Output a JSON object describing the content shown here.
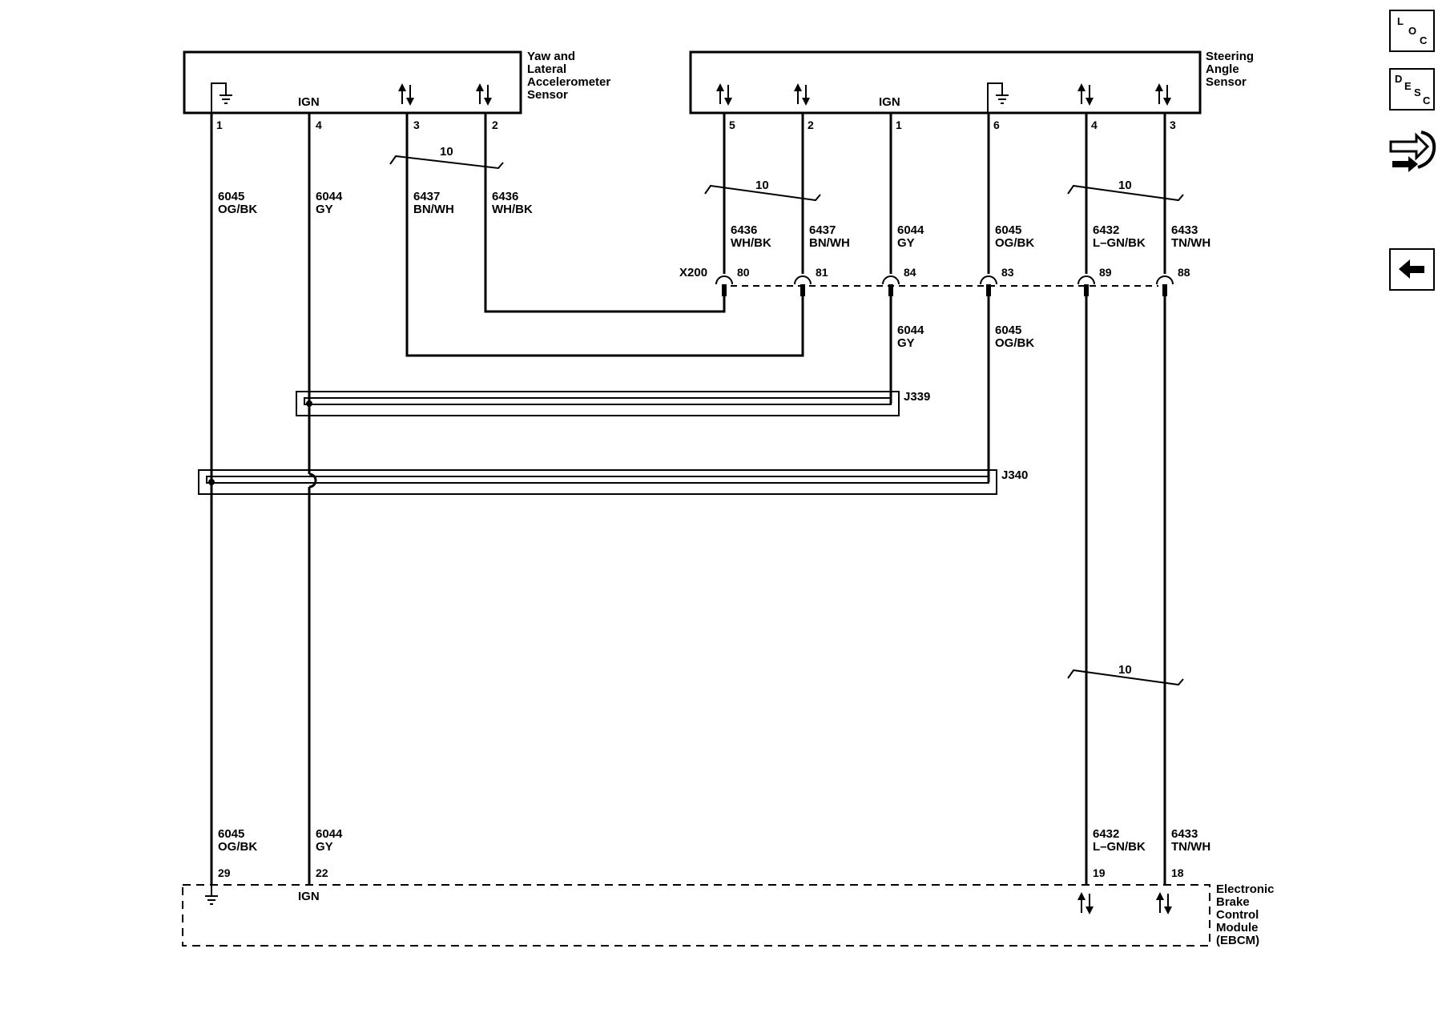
{
  "modules": {
    "yaw": {
      "title": [
        "Yaw and",
        "Lateral",
        "Accelerometer",
        "Sensor"
      ],
      "ign": "IGN",
      "pins": [
        "1",
        "4",
        "3",
        "2"
      ]
    },
    "sas": {
      "title": [
        "Steering",
        "Angle",
        "Sensor"
      ],
      "ign": "IGN",
      "pins": [
        "5",
        "2",
        "1",
        "6",
        "4",
        "3"
      ]
    },
    "ebcm": {
      "title": [
        "Electronic",
        "Brake",
        "Control",
        "Module",
        "(EBCM)"
      ],
      "ign": "IGN",
      "pins": [
        "29",
        "22",
        "19",
        "18"
      ]
    }
  },
  "upper_wires": {
    "yaw": [
      [
        "6045",
        "OG/BK"
      ],
      [
        "6044",
        "GY"
      ],
      [
        "6437",
        "BN/WH"
      ],
      [
        "6436",
        "WH/BK"
      ]
    ],
    "sas": [
      [
        "6436",
        "WH/BK"
      ],
      [
        "6437",
        "BN/WH"
      ],
      [
        "6044",
        "GY"
      ],
      [
        "6045",
        "OG/BK"
      ],
      [
        "6432",
        "L–GN/BK"
      ],
      [
        "6433",
        "TN/WH"
      ]
    ],
    "mid": [
      [
        "6044",
        "GY"
      ],
      [
        "6045",
        "OG/BK"
      ]
    ],
    "bottom": [
      [
        "6045",
        "OG/BK"
      ],
      [
        "6044",
        "GY"
      ],
      [
        "6432",
        "L–GN/BK"
      ],
      [
        "6433",
        "TN/WH"
      ]
    ]
  },
  "connector": {
    "name": "X200",
    "pins": [
      "80",
      "81",
      "84",
      "83",
      "89",
      "88"
    ]
  },
  "splices": {
    "j339": "J339",
    "j340": "J340"
  },
  "twist_label": "10",
  "nav": {
    "loc": [
      "L",
      "O",
      "C"
    ],
    "desc": [
      "D",
      "E",
      "S",
      "C"
    ],
    "icons": [
      "location-icon",
      "description-icon",
      "connector-tool-icon",
      "back-arrow-icon"
    ]
  }
}
